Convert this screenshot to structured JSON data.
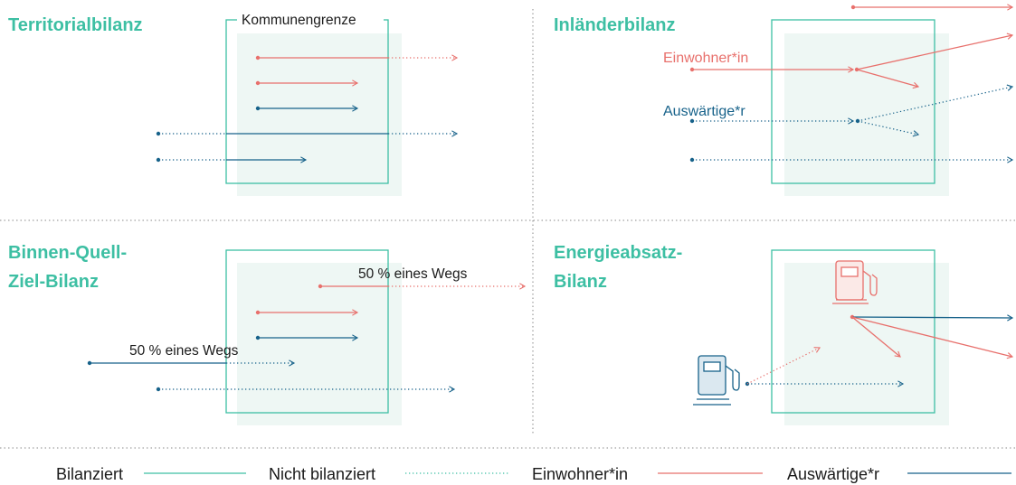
{
  "panels": {
    "territorial": {
      "title": "Territorialbilanz",
      "boundary_label": "Kommunengrenze"
    },
    "inlaender": {
      "title": "Inländerbilanz",
      "resident_label": "Einwohner*in",
      "visitor_label": "Auswärtige*r"
    },
    "binnen": {
      "title_line1": "Binnen-Quell-",
      "title_line2": "Ziel-Bilanz",
      "half_trip_label_1": "50 % eines Wegs",
      "half_trip_label_2": "50 % eines Wegs"
    },
    "energie": {
      "title_line1": "Energieabsatz-",
      "title_line2": "Bilanz"
    }
  },
  "legend": {
    "balanced": "Bilanziert",
    "not_balanced": "Nicht bilanziert",
    "resident": "Einwohner*in",
    "visitor": "Auswärtige*r"
  },
  "colors": {
    "teal": "#3dbfa3",
    "red": "#e8706c",
    "blue": "#17628a",
    "fill": "#eef7f4",
    "divider": "#8a8a8a"
  },
  "icons": [
    "fuel-pump-icon-red",
    "fuel-pump-icon-blue"
  ]
}
